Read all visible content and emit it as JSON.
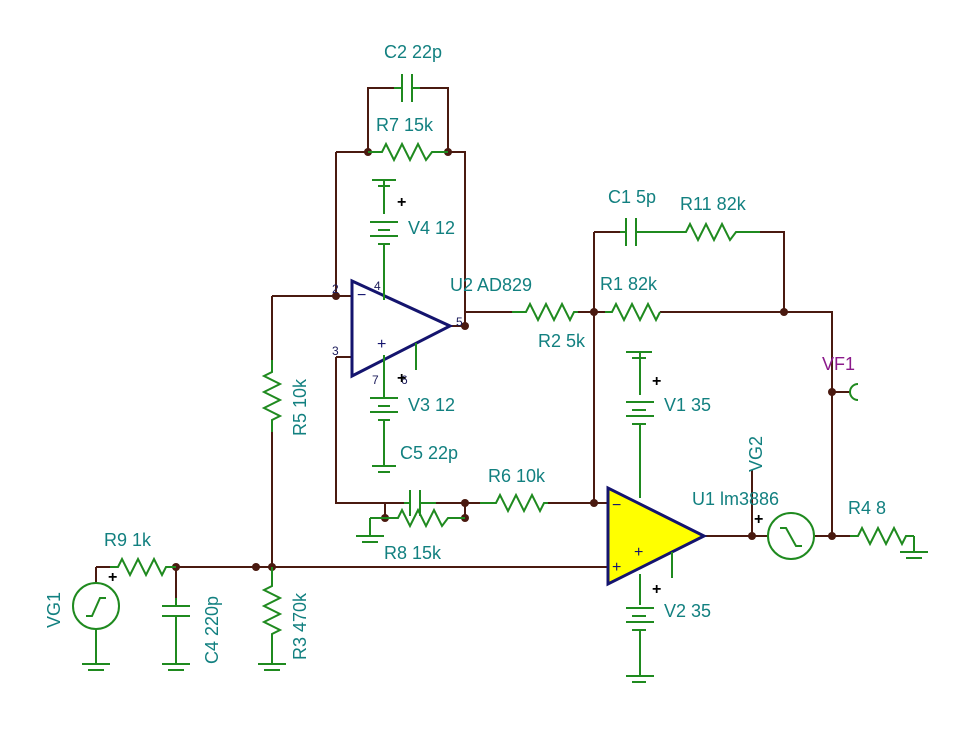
{
  "colors": {
    "wire": "#4a1a10",
    "component": "#1f8a1f",
    "label": "#128080",
    "opamp": "#14146e",
    "power_amp_fill": "#ffff00",
    "probe_label": "#8b1a8b"
  },
  "labels": {
    "c2": "C2 22p",
    "r7": "R7 15k",
    "v4": "V4 12",
    "v3": "V3 12",
    "u2": "U2 AD829",
    "c1": "C1 5p",
    "r11": "R11 82k",
    "r1": "R1 82k",
    "r2": "R2 5k",
    "r5": "R5 10k",
    "c5": "C5 22p",
    "r6": "R6 10k",
    "r8": "R8 15k",
    "v1": "V1 35",
    "v2": "V2 35",
    "vf1": "VF1",
    "vg2": "VG2",
    "u1": "U1 lm3886",
    "r4": "R4 8",
    "r9": "R9 1k",
    "vg1": "VG1",
    "c4": "C4 220p",
    "r3": "R3 470k"
  },
  "pins": {
    "p2": "2",
    "p3": "3",
    "p4": "4",
    "p7": "7",
    "p6": "6",
    "p5": "5"
  },
  "signs": {
    "minus": "−",
    "plus": "+"
  }
}
